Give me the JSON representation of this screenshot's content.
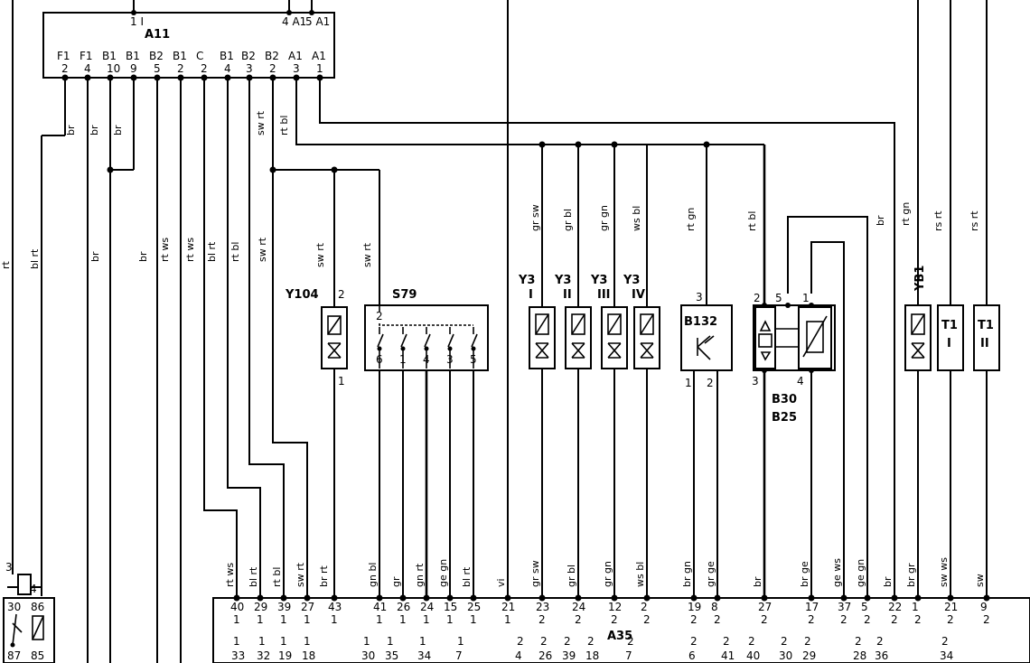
{
  "modules": {
    "a11": {
      "name": "A11",
      "top_pins": [
        "1 I",
        "4 A1",
        "5 A1"
      ],
      "bottom_pins": [
        {
          "group": "F1",
          "pin": "2"
        },
        {
          "group": "F1",
          "pin": "4"
        },
        {
          "group": "B1",
          "pin": "10"
        },
        {
          "group": "B1",
          "pin": "9"
        },
        {
          "group": "B2",
          "pin": "5"
        },
        {
          "group": "B1",
          "pin": "2"
        },
        {
          "group": "C",
          "pin": "2"
        },
        {
          "group": "B1",
          "pin": "4"
        },
        {
          "group": "B2",
          "pin": "3"
        },
        {
          "group": "B2",
          "pin": "2"
        },
        {
          "group": "A1",
          "pin": "3"
        },
        {
          "group": "A1",
          "pin": "1"
        }
      ]
    },
    "a35": {
      "name": "A35",
      "pins": [
        {
          "n": "40",
          "c": "1"
        },
        {
          "n": "29",
          "c": "1"
        },
        {
          "n": "39",
          "c": "1"
        },
        {
          "n": "27",
          "c": "1"
        },
        {
          "n": "43",
          "c": "1"
        },
        {
          "n": "41",
          "c": "1"
        },
        {
          "n": "26",
          "c": "1"
        },
        {
          "n": "24",
          "c": "1"
        },
        {
          "n": "15",
          "c": "1"
        },
        {
          "n": "25",
          "c": "1"
        },
        {
          "n": "21",
          "c": "1"
        },
        {
          "n": "23",
          "c": "2"
        },
        {
          "n": "24",
          "c": "2"
        },
        {
          "n": "12",
          "c": "2"
        },
        {
          "n": "2",
          "c": "2"
        },
        {
          "n": "19",
          "c": "2"
        },
        {
          "n": "8",
          "c": "2"
        },
        {
          "n": "27",
          "c": "2"
        },
        {
          "n": "17",
          "c": "2"
        },
        {
          "n": "37",
          "c": "2"
        },
        {
          "n": "5",
          "c": "2"
        },
        {
          "n": "22",
          "c": "2"
        },
        {
          "n": "1",
          "c": "2"
        },
        {
          "n": "21",
          "c": "2"
        },
        {
          "n": "9",
          "c": "2"
        }
      ],
      "bottom_refs": [
        "1 33",
        "1 32",
        "1 19",
        "1 18",
        "1 30",
        "1 35",
        "1 34",
        "1 7",
        "2 4",
        "2 26",
        "2 39",
        "2 18",
        "2 7",
        "2 6",
        "2 41",
        "2 40",
        "2 30",
        "2 29",
        "2 28",
        "2 36",
        "2 34"
      ]
    }
  },
  "components": {
    "y104": {
      "label": "Y104",
      "pin_top": "2",
      "pin_bottom": "1"
    },
    "s79": {
      "label": "S79",
      "pin_top": "2",
      "pins_bottom": [
        "6",
        "1",
        "4",
        "3",
        "5"
      ]
    },
    "y3": [
      {
        "label": "Y3",
        "sub": "I"
      },
      {
        "label": "Y3",
        "sub": "II"
      },
      {
        "label": "Y3",
        "sub": "III"
      },
      {
        "label": "Y3",
        "sub": "IV"
      }
    ],
    "b132": {
      "label": "B132",
      "pin_top": "3",
      "pins_bottom": [
        "1",
        "2"
      ]
    },
    "b30": {
      "label1": "B30",
      "label2": "B25",
      "pins_top": [
        "2",
        "5",
        "1"
      ],
      "pins_bottom": [
        "3",
        "4"
      ]
    },
    "yb1": {
      "label": "YB1"
    },
    "t1": [
      {
        "label": "T1",
        "sub": "I"
      },
      {
        "label": "T1",
        "sub": "II"
      }
    ],
    "relay": {
      "pins": [
        "3",
        "4",
        "30",
        "86",
        "87",
        "85"
      ]
    }
  },
  "wire_labels": {
    "upper": [
      "rt",
      "bl rt",
      "br",
      "br",
      "br",
      "sw rt",
      "rt bl"
    ],
    "middle": [
      "br",
      "br",
      "rt ws",
      "rt ws",
      "bl rt",
      "rt bl",
      "sw rt",
      "sw rt",
      "sw rt",
      "gr sw",
      "gr bl",
      "gr gn",
      "ws bl",
      "rt gn",
      "rt bl",
      "br",
      "rt gn",
      "rs rt",
      "rs rt"
    ],
    "lower": [
      "rt ws",
      "bl rt",
      "rt bl",
      "sw rt",
      "br rt",
      "gn bl",
      "gr",
      "gn rt",
      "ge gn",
      "bl rt",
      "vi",
      "gr sw",
      "gr bl",
      "gr gn",
      "ws bl",
      "br gn",
      "gr ge",
      "br",
      "br ge",
      "ge ws",
      "ge gn",
      "br",
      "br gr",
      "sw ws",
      "sw"
    ]
  }
}
